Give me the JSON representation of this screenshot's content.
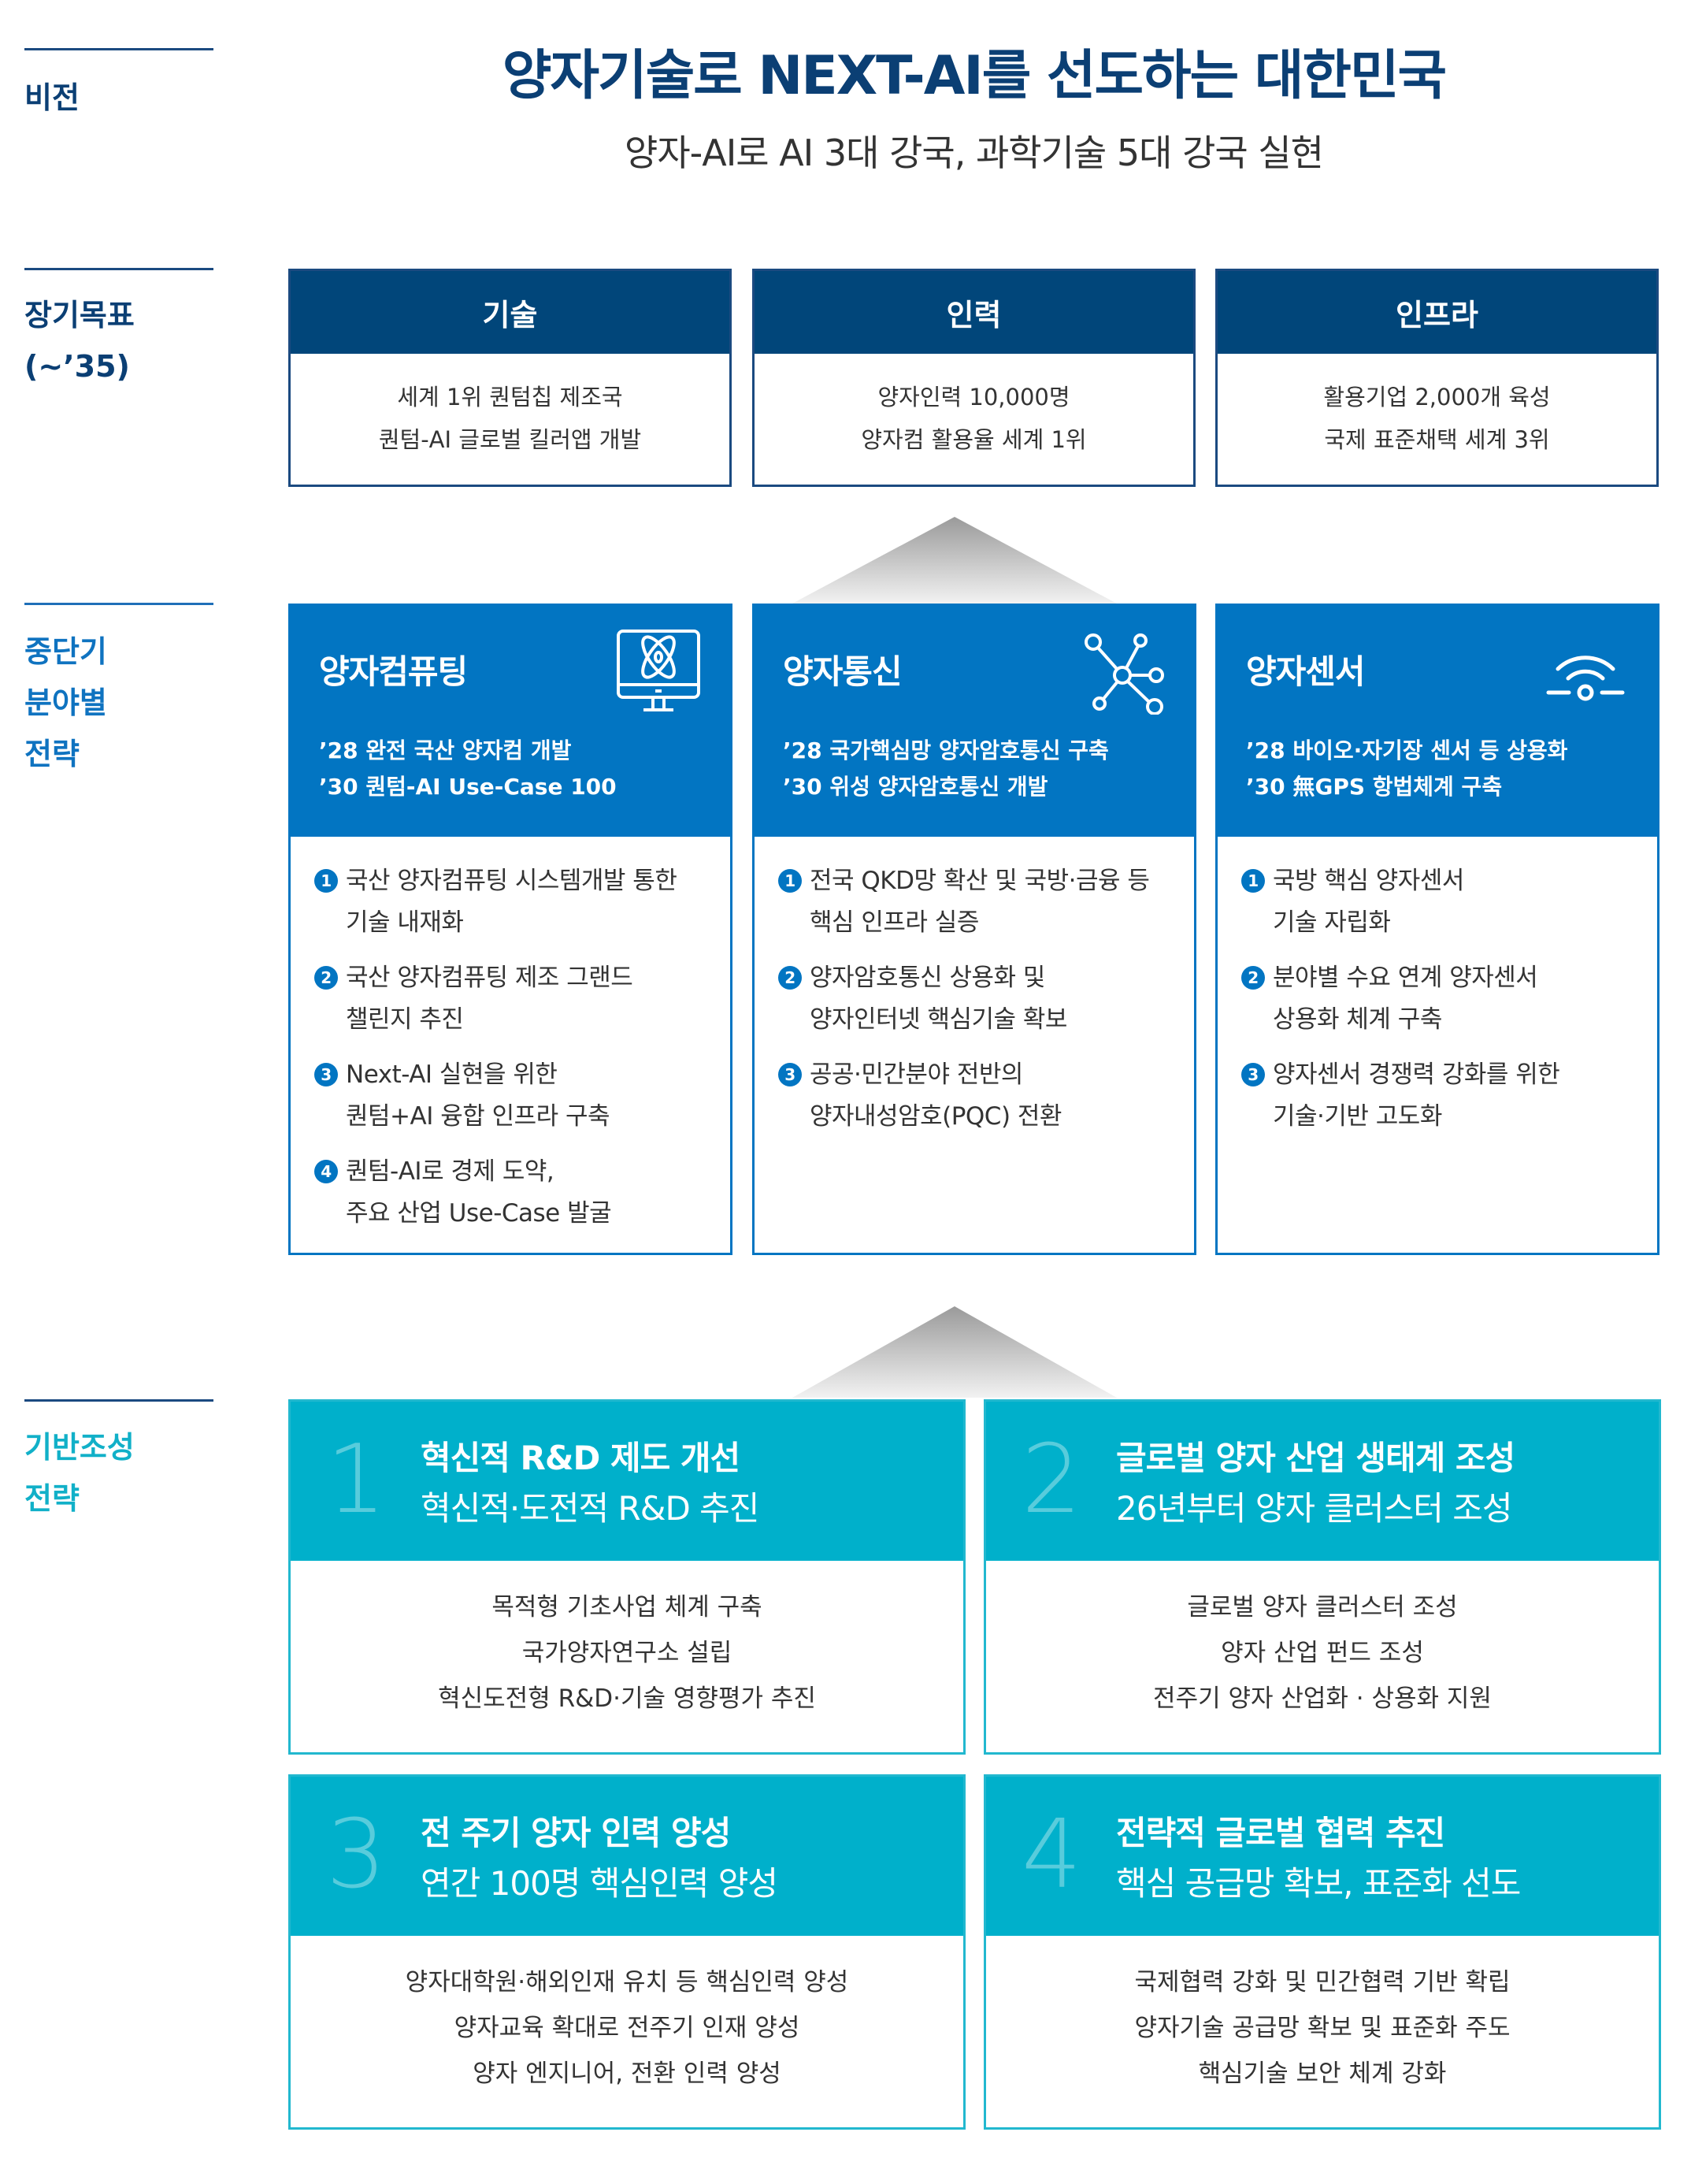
{
  "sections": {
    "vision": "비전",
    "long_term": [
      "장기목표",
      "(~’35)"
    ],
    "mid_term": [
      "중단기",
      "분야별",
      "전략"
    ],
    "foundation": [
      "기반조성",
      "전략"
    ]
  },
  "vision": {
    "title": "양자기술로 NEXT-AI를 선도하는 대한민국",
    "subtitle": "양자-AI로 AI 3대 강국, 과학기술 5대 강국 실현"
  },
  "goals": [
    {
      "title": "기술",
      "lines": [
        "세계 1위 퀀텀칩 제조국",
        "퀀텀-AI 글로벌 킬러앱 개발"
      ]
    },
    {
      "title": "인력",
      "lines": [
        "양자인력 10,000명",
        "양자컴 활용율 세계 1위"
      ]
    },
    {
      "title": "인프라",
      "lines": [
        "활용기업 2,000개 육성",
        "국제 표준채택 세계 3위"
      ]
    }
  ],
  "strategies": [
    {
      "name": "양자컴퓨팅",
      "icon": "quantum-computer-icon",
      "targets": [
        "’28 완전 국산 양자컴 개발",
        "’30 퀀텀-AI Use-Case 100"
      ],
      "items": [
        {
          "n": "1",
          "lines": [
            "국산 양자컴퓨팅 시스템개발 통한",
            "기술 내재화"
          ]
        },
        {
          "n": "2",
          "lines": [
            "국산 양자컴퓨팅 제조 그랜드",
            "챌린지 추진"
          ]
        },
        {
          "n": "3",
          "lines": [
            "Next-AI 실현을 위한",
            "퀀텀+AI 융합 인프라 구축"
          ]
        },
        {
          "n": "4",
          "lines": [
            "퀀텀-AI로 경제 도약,",
            "주요 산업 Use-Case 발굴"
          ]
        }
      ]
    },
    {
      "name": "양자통신",
      "icon": "network-nodes-icon",
      "targets": [
        "’28 국가핵심망 양자암호통신 구축",
        "’30 위성 양자암호통신 개발"
      ],
      "items": [
        {
          "n": "1",
          "lines": [
            "전국 QKD망 확산 및 국방·금융 등",
            "핵심 인프라 실증"
          ]
        },
        {
          "n": "2",
          "lines": [
            "양자암호통신 상용화 및",
            "양자인터넷 핵심기술 확보"
          ]
        },
        {
          "n": "3",
          "lines": [
            "공공·민간분야 전반의",
            "양자내성암호(PQC) 전환"
          ]
        }
      ]
    },
    {
      "name": "양자센서",
      "icon": "sensor-signal-icon",
      "targets": [
        "’28 바이오·자기장 센서 등 상용화",
        "’30 無GPS 항법체계 구축"
      ],
      "items": [
        {
          "n": "1",
          "lines": [
            "국방 핵심 양자센서",
            "기술 자립화"
          ]
        },
        {
          "n": "2",
          "lines": [
            "분야별 수요 연계 양자센서",
            "상용화 체계 구축"
          ]
        },
        {
          "n": "3",
          "lines": [
            "양자센서 경쟁력 강화를 위한",
            "기술·기반 고도화"
          ]
        }
      ]
    }
  ],
  "foundations": [
    {
      "num": "1",
      "title": "혁신적 R&D 제도 개선",
      "subtitle": "혁신적·도전적  R&D 추진",
      "lines": [
        "목적형 기초사업 체계 구축",
        "국가양자연구소 설립",
        "혁신도전형 R&D·기술 영향평가 추진"
      ]
    },
    {
      "num": "2",
      "title": "글로벌 양자 산업 생태계 조성",
      "subtitle": "26년부터 양자 클러스터 조성",
      "lines": [
        "글로벌 양자 클러스터 조성",
        "양자 산업 펀드 조성",
        "전주기 양자 산업화 · 상용화 지원"
      ]
    },
    {
      "num": "3",
      "title": "전 주기 양자 인력 양성",
      "subtitle": "연간 100명 핵심인력 양성",
      "lines": [
        "양자대학원·해외인재 유치 등 핵심인력 양성",
        "양자교육 확대로 전주기 인재 양성",
        "양자 엔지니어, 전환 인력 양성"
      ]
    },
    {
      "num": "4",
      "title": "전략적 글로벌 협력 추진",
      "subtitle": "핵심 공급망 확보, 표준화 선도",
      "lines": [
        "국제협력 강화 및 민간협력 기반 확립",
        "양자기술 공급망 확보 및 표준화 주도",
        "핵심기술 보안 체계 강화"
      ]
    }
  ],
  "colors": {
    "navy": "#01467a",
    "blue": "#0275c2",
    "teal": "#00b0cb"
  }
}
